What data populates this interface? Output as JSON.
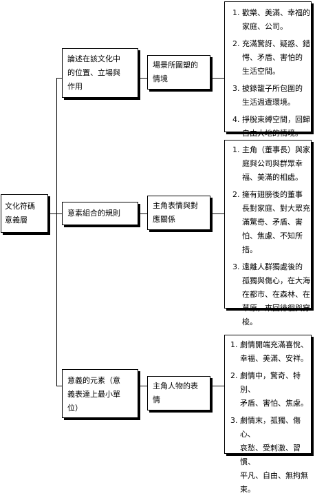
{
  "root": {
    "lines": [
      "文化符碼",
      "意義層"
    ]
  },
  "level1": [
    {
      "lines": [
        "論述在該文化中",
        "的位置、立場與",
        "作用"
      ]
    },
    {
      "lines": [
        "意素組合的規則"
      ]
    },
    {
      "lines": [
        "意義的元素（意",
        "義表達上最小單",
        "位）"
      ]
    }
  ],
  "level2": [
    {
      "lines": [
        "場景所圍塑的",
        "情境"
      ]
    },
    {
      "lines": [
        "主角表情與對",
        "應關係"
      ]
    },
    {
      "lines": [
        "主角人物的表",
        "情"
      ]
    }
  ],
  "level3": [
    {
      "items": [
        {
          "num": "1.",
          "lines": [
            "歡樂、美滿、幸福的",
            "家庭、公司。"
          ]
        },
        {
          "num": "2.",
          "lines": [
            "充滿驚訝、疑惑、錯",
            "愕、矛盾、害怕的",
            "生活空間。"
          ]
        },
        {
          "num": "3.",
          "lines": [
            "披錄籠子所包圍的",
            "生活週遭環境。"
          ]
        },
        {
          "num": "4.",
          "lines": [
            "掙脫束縛空間，回歸",
            "自由大地的情境。"
          ]
        }
      ]
    },
    {
      "items": [
        {
          "num": "1.",
          "lines": [
            "主角（董事長）與家",
            "庭與公司與群眾幸",
            "福、美滿的相處。"
          ]
        },
        {
          "num": "2.",
          "lines": [
            "擁有翅膀後的董事",
            "長對家庭、對大眾充",
            "滿驚奇、矛盾、害",
            "怕、焦慮、不知所",
            "措。"
          ]
        },
        {
          "num": "3.",
          "lines": [
            "遠離人群獨處後的",
            "孤獨與傷心，在大海",
            "在都市、在森林、在",
            "草原，來回徘徊與穿",
            "梭。"
          ]
        }
      ]
    },
    {
      "items": [
        {
          "num": "1.",
          "lines": [
            "劇情開端充滿喜悅、",
            "幸福、美滿、安祥。"
          ]
        },
        {
          "num": "2.",
          "lines": [
            "劇情中，驚奇、特別、",
            "矛盾、害怕、焦慮。"
          ]
        },
        {
          "num": "3.",
          "lines": [
            "劇情末，孤獨、傷心、",
            "哀愁、受刺激、習慣、",
            "平凡、自由、無拘無",
            "束。"
          ]
        }
      ]
    }
  ]
}
